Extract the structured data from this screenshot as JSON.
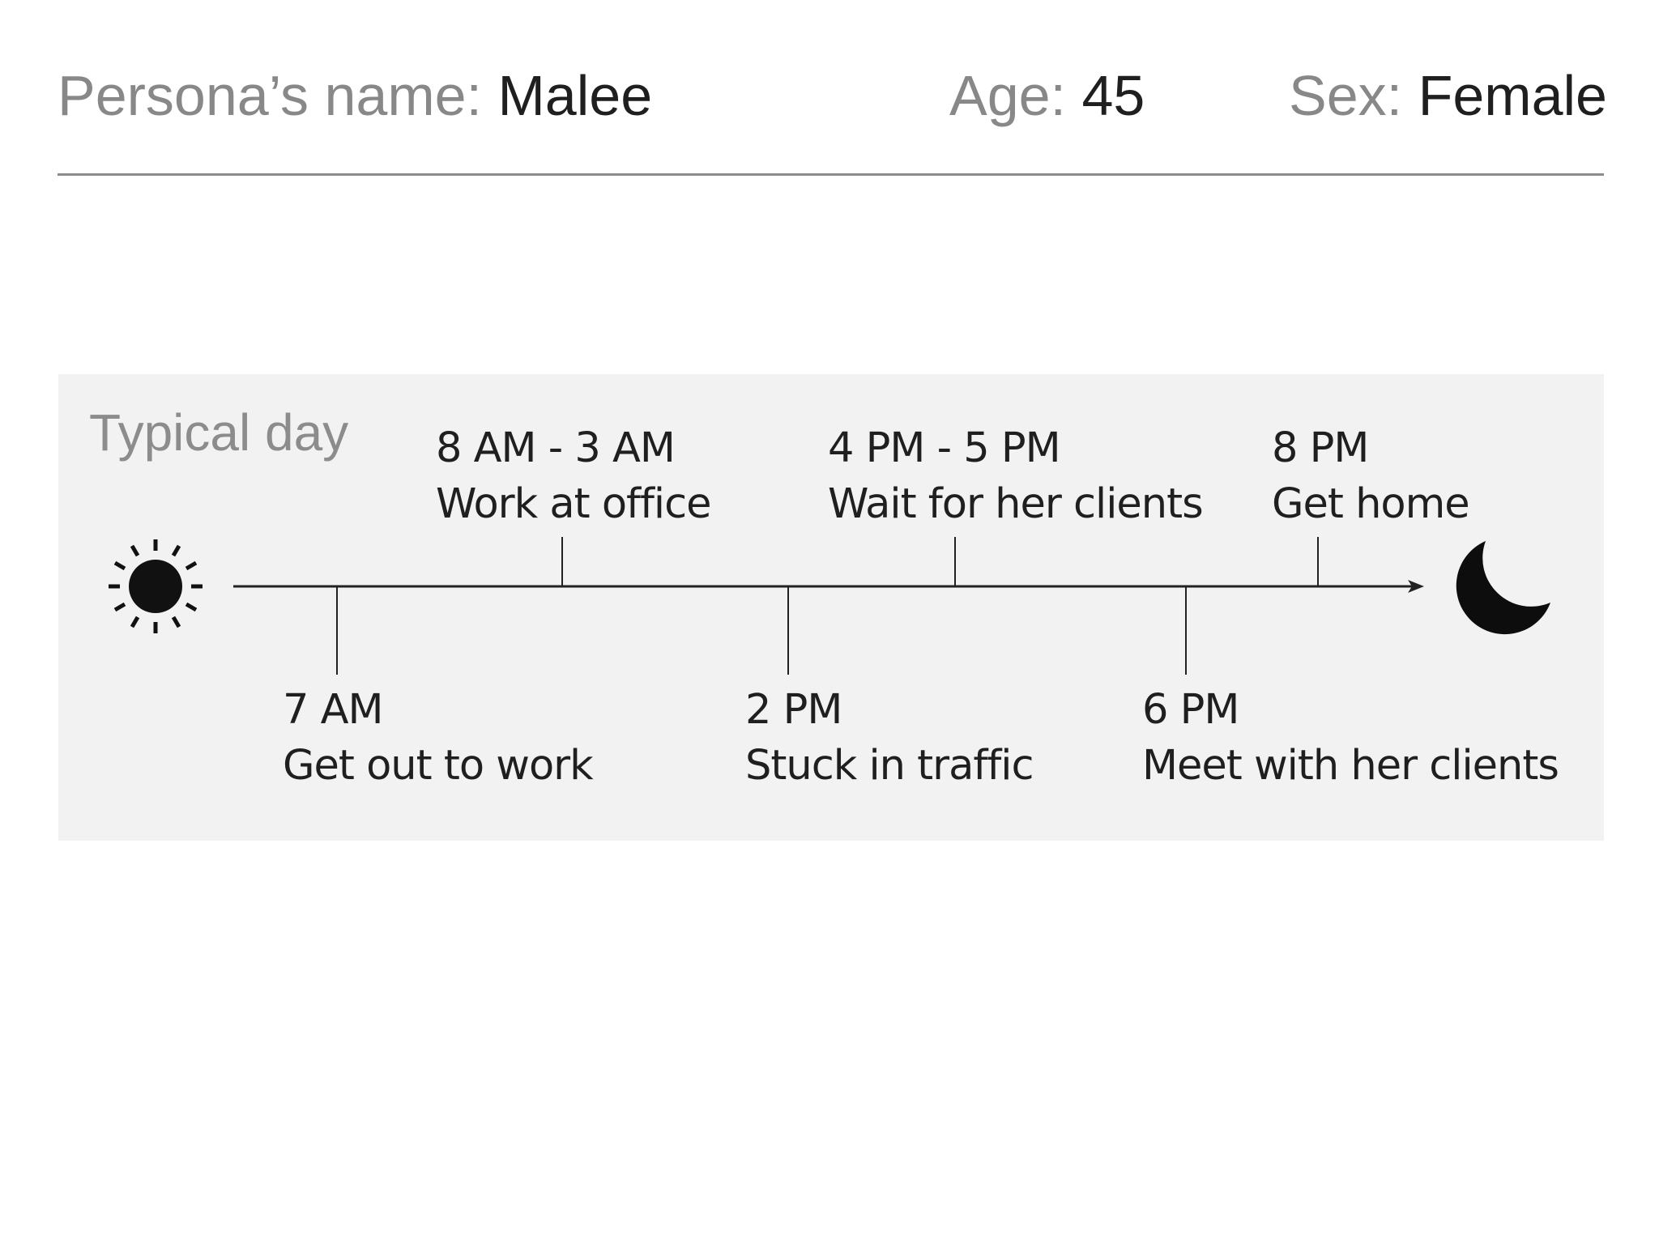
{
  "header": {
    "name_label": "Persona’s name:",
    "name_value": "Malee",
    "age_label": "Age:",
    "age_value": "45",
    "sex_label": "Sex:",
    "sex_value": "Female"
  },
  "typical_day": {
    "title": "Typical day",
    "start_icon": "sun-icon",
    "end_icon": "moon-icon",
    "events_above": [
      {
        "time": "8 AM - 3 AM",
        "activity": "Work at office"
      },
      {
        "time": "4 PM - 5 PM",
        "activity": "Wait for her clients"
      },
      {
        "time": "8 PM",
        "activity": "Get home"
      }
    ],
    "events_below": [
      {
        "time": "7 AM",
        "activity": "Get out to work"
      },
      {
        "time": "2 PM",
        "activity": "Stuck in traffic"
      },
      {
        "time": "6 PM",
        "activity": "Meet with her clients"
      }
    ]
  }
}
